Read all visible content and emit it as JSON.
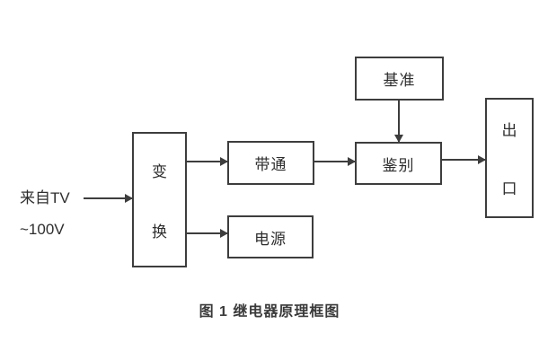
{
  "colors": {
    "line": "#3d3d3d",
    "text": "#2e2e2e",
    "background": "#ffffff"
  },
  "input": {
    "line1": "来自TV",
    "line2": "~100V"
  },
  "blocks": {
    "transform": {
      "label": "变换",
      "chars": [
        "变",
        "换"
      ]
    },
    "bandpass": {
      "label": "带通"
    },
    "power": {
      "label": "电源"
    },
    "reference": {
      "label": "基准"
    },
    "discriminator": {
      "label": "鉴别"
    },
    "output": {
      "label": "出口",
      "chars": [
        "出",
        "口"
      ]
    }
  },
  "caption": "图 1  继电器原理框图"
}
